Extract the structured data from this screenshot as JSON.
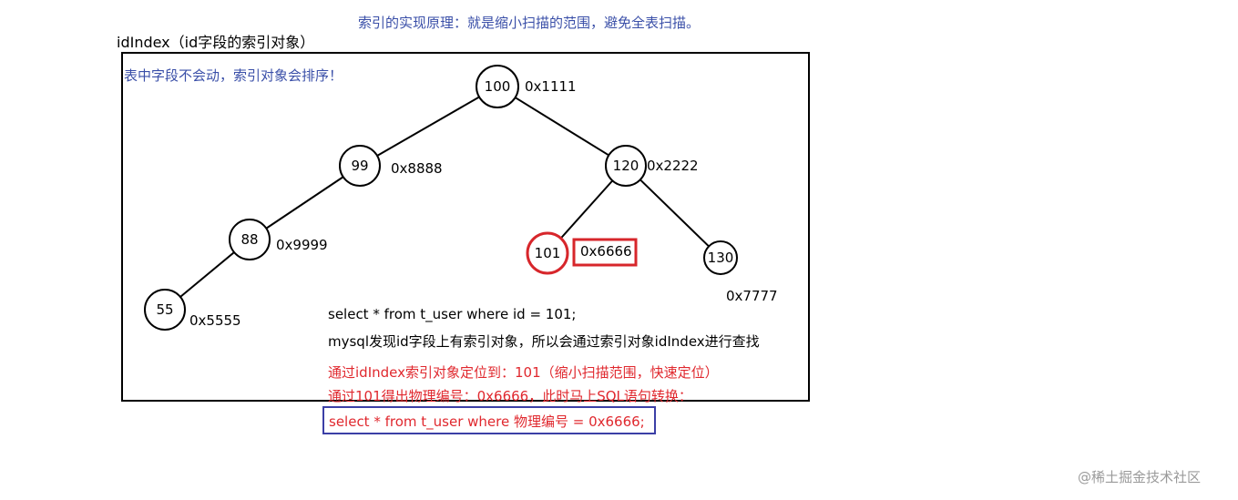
{
  "header": {
    "principle": "索引的实现原理：就是缩小扫描的范围，避免全表扫描。",
    "index_title": "idIndex（id字段的索引对象）",
    "note": "表中字段不会动，索引对象会排序！"
  },
  "tree": {
    "nodes": [
      {
        "id": "n100",
        "label": "100",
        "addr": "0x1111",
        "highlight": false
      },
      {
        "id": "n99",
        "label": "99",
        "addr": "0x8888",
        "highlight": false
      },
      {
        "id": "n120",
        "label": "120",
        "addr": "0x2222",
        "highlight": false
      },
      {
        "id": "n88",
        "label": "88",
        "addr": "0x9999",
        "highlight": false
      },
      {
        "id": "n101",
        "label": "101",
        "addr": "0x6666",
        "highlight": true
      },
      {
        "id": "n130",
        "label": "130",
        "addr": "0x7777",
        "highlight": false
      },
      {
        "id": "n55",
        "label": "55",
        "addr": "0x5555",
        "highlight": false
      }
    ],
    "edges": [
      [
        "n100",
        "n99"
      ],
      [
        "n100",
        "n120"
      ],
      [
        "n99",
        "n88"
      ],
      [
        "n88",
        "n55"
      ],
      [
        "n120",
        "n101"
      ],
      [
        "n120",
        "n130"
      ]
    ]
  },
  "explanation": {
    "line1": "select * from t_user where id = 101;",
    "line2": "mysql发现id字段上有索引对象，所以会通过索引对象idIndex进行查找",
    "line3": "通过idIndex索引对象定位到：101（缩小扫描范围，快速定位）",
    "line4": "通过101得出物理编号：0x6666，此时马上SQL语句转换：",
    "line5": "select * from t_user where 物理编号 = 0x6666;"
  },
  "watermark": "@稀土掘金技术社区",
  "colors": {
    "blue_text": "#3a4fa8",
    "red_text": "#e0282e",
    "red_highlight": "#d7262b",
    "blue_box": "#3b3fa6"
  }
}
